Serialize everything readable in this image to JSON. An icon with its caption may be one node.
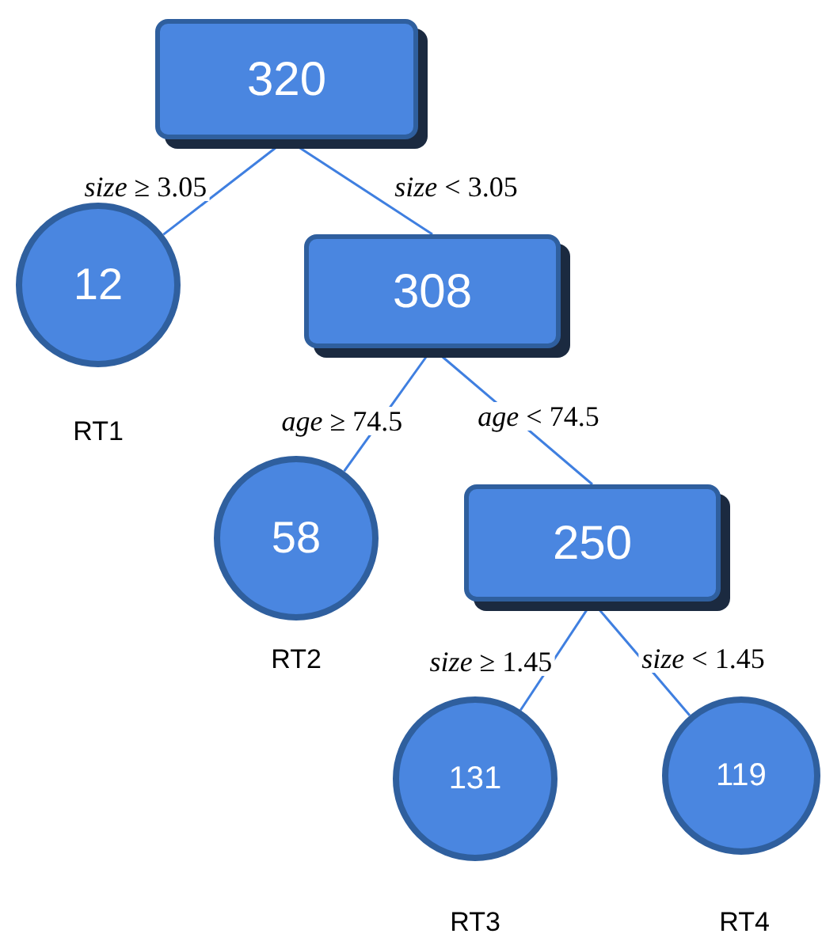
{
  "diagram": {
    "nodes": [
      {
        "text": [
          "320"
        ]
      },
      {
        "text": [
          "12"
        ],
        "beside": [
          "RT1"
        ]
      },
      {
        "text": [
          "308"
        ]
      },
      {
        "text": [
          "58"
        ],
        "beside": [
          "RT2"
        ]
      },
      {
        "text": [
          "250"
        ]
      },
      {
        "text": [
          "131"
        ],
        "beside": [
          "RT3"
        ]
      },
      {
        "text": [
          "119"
        ],
        "beside": [
          "RT4"
        ]
      }
    ],
    "edges": [
      {
        "from": 0,
        "to": 1,
        "arrow": "none",
        "label": "*size* ≥ 3.05"
      },
      {
        "from": 0,
        "to": 2,
        "arrow": "none",
        "label": "*size* < 3.05"
      },
      {
        "from": 2,
        "to": 3,
        "arrow": "none",
        "label": "*age* ≥ 74.5"
      },
      {
        "from": 2,
        "to": 4,
        "arrow": "none",
        "label": "*age* < 74.5"
      },
      {
        "from": 4,
        "to": 5,
        "arrow": "none",
        "label": "*size* ≥ 1.45"
      },
      {
        "from": 4,
        "to": 6,
        "arrow": "none",
        "label": "*size* < 1.45"
      }
    ]
  }
}
